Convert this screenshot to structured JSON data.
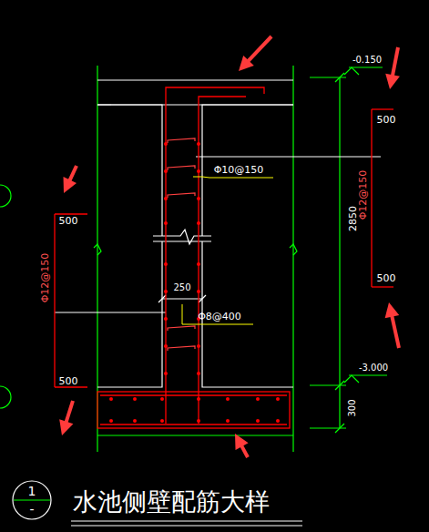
{
  "diagram": {
    "title": "水池侧壁配筋大样",
    "nodes": [
      {
        "text": [
          "1",
          "-"
        ]
      }
    ],
    "labels": [
      "-0.150",
      "Φ10@150",
      "2850",
      "Φ12@150",
      "500",
      "500",
      "250",
      "Φ8@400",
      "Φ12@150",
      "500",
      "500",
      "-3.000",
      "300"
    ]
  }
}
